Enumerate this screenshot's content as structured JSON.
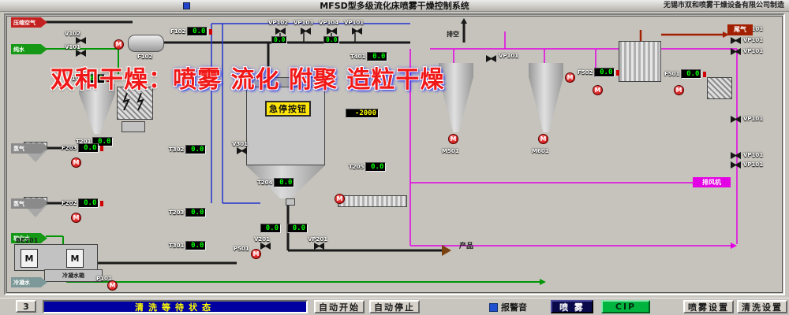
{
  "title_bar": {
    "title": "MFSD型多级流化床喷雾干燥控制系统",
    "company": "无锡市双和喷雾干燥设备有限公司制造"
  },
  "watermark": {
    "part1": "双和干燥：",
    "part2": "喷雾 流化 附聚 造粒干燥"
  },
  "glyphs": {
    "m": "M"
  },
  "inlets": [
    "压缩空气",
    "纯水",
    "蒸气",
    "蒸气",
    "软化水",
    "冷凝水"
  ],
  "labels": {
    "vent": "排空",
    "exhaust": "尾气",
    "product": "产品",
    "fan": "排风机",
    "be": "BE201",
    "tank": "冷凝水箱",
    "estop": "急停按钮"
  },
  "valve_tags": [
    "V102",
    "V101",
    "VP102",
    "VP103",
    "VP104",
    "VP101",
    "VP101",
    "V301",
    "V201",
    "VP201",
    "VP101",
    "VP101",
    "VP101",
    "VP101",
    "VP101",
    "VP101"
  ],
  "pump_tags": [
    "M501",
    "M601",
    "P101",
    "P501"
  ],
  "displays": [
    {
      "tag": "F102",
      "value": "0.0"
    },
    {
      "tag": "",
      "value": "0.0"
    },
    {
      "tag": "",
      "value": "0.0"
    },
    {
      "tag": "T401",
      "value": "0.0"
    },
    {
      "tag": "",
      "value": "-2000"
    },
    {
      "tag": "F101",
      "value": "0.0"
    },
    {
      "tag": "T201",
      "value": "0.0"
    },
    {
      "tag": "T302",
      "value": "0.0"
    },
    {
      "tag": "T203",
      "value": "0.0"
    },
    {
      "tag": "T301",
      "value": "0.0"
    },
    {
      "tag": "F203",
      "value": "0.0"
    },
    {
      "tag": "F202",
      "value": "0.0"
    },
    {
      "tag": "T204",
      "value": "0.0"
    },
    {
      "tag": "T205",
      "value": "0.0"
    },
    {
      "tag": "",
      "value": "0.0"
    },
    {
      "tag": "",
      "value": "0.0"
    },
    {
      "tag": "F502",
      "value": "0.0"
    },
    {
      "tag": "F501",
      "value": "0.0"
    }
  ],
  "bottom_bar": {
    "page": "3",
    "status": "清洗等待状态",
    "auto_start": "自动开始",
    "auto_stop": "自动停止",
    "mute": "报警音",
    "spray": "喷 雾",
    "cip": "CIP",
    "spray_settings": "喷雾设置",
    "clean_settings": "清洗设置"
  }
}
